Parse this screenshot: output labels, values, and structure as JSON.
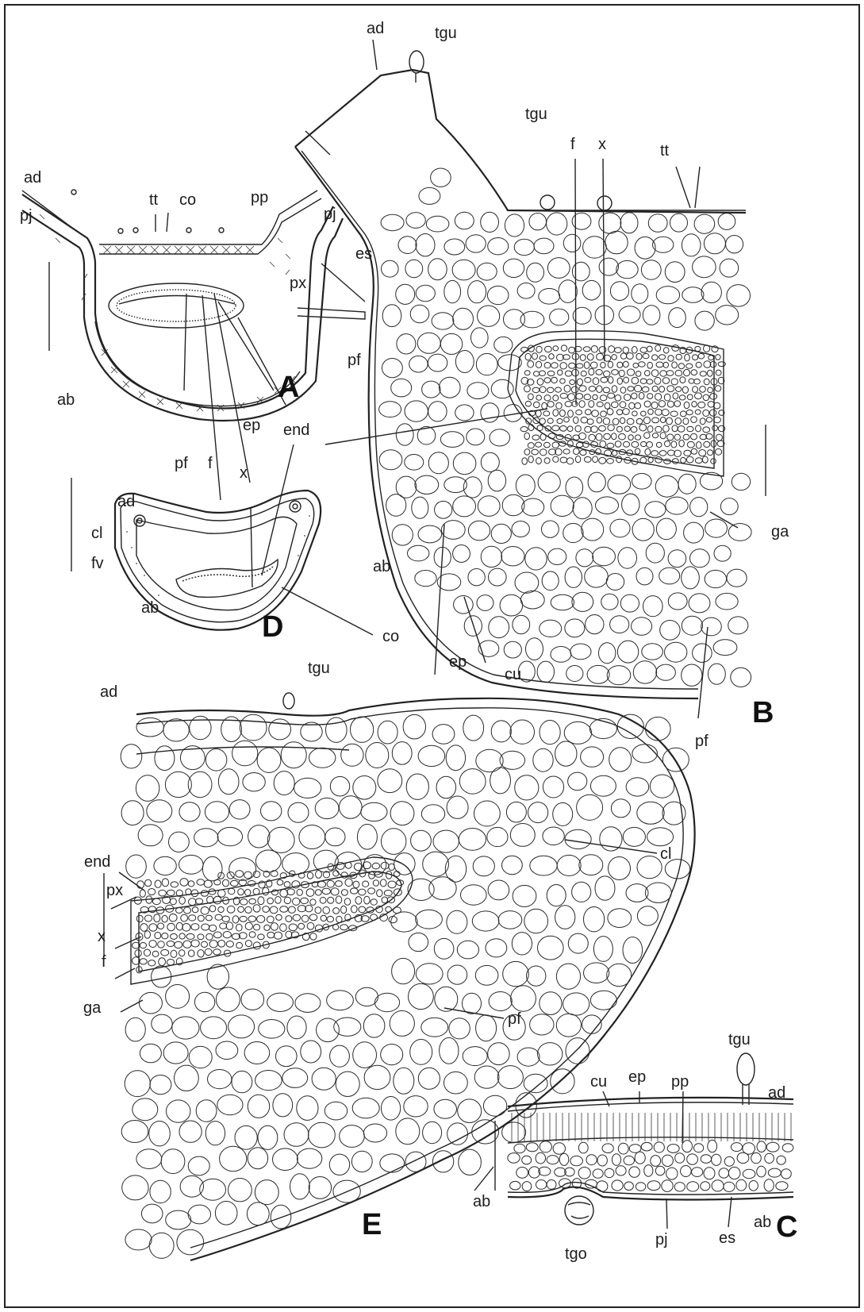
{
  "panels": {
    "A": {
      "letter": "A",
      "labels": {
        "ad": "ad",
        "tt": "tt",
        "co": "co",
        "pp": "pp",
        "pj": "pj",
        "px": "px",
        "ab": "ab",
        "pf": "pf",
        "f": "f",
        "x": "x",
        "ep": "ep",
        "end": "end"
      }
    },
    "B": {
      "letter": "B",
      "labels": {
        "ad": "ad",
        "tgu1": "tgu",
        "tgu2": "tgu",
        "f": "f",
        "x": "x",
        "tt": "tt",
        "pj": "pj",
        "es": "es",
        "pf": "pf",
        "ab": "ab",
        "ga": "ga",
        "pf2": "pf",
        "co": "co",
        "ep": "ep",
        "cu": "cu"
      }
    },
    "C": {
      "letter": "C",
      "labels": {
        "cu": "cu",
        "ep": "ep",
        "pp": "pp",
        "tgu": "tgu",
        "ad": "ad",
        "pj": "pj",
        "es": "es",
        "ab": "ab",
        "tgo": "tgo"
      }
    },
    "D": {
      "letter": "D",
      "labels": {
        "ad": "ad",
        "cl": "cl",
        "fv": "fv",
        "ab": "ab"
      }
    },
    "E": {
      "letter": "E",
      "labels": {
        "ad": "ad",
        "tgu": "tgu",
        "end": "end",
        "px": "px",
        "x": "x",
        "f": "f",
        "ga": "ga",
        "pf": "pf",
        "cl": "cl",
        "ab": "ab"
      }
    }
  }
}
